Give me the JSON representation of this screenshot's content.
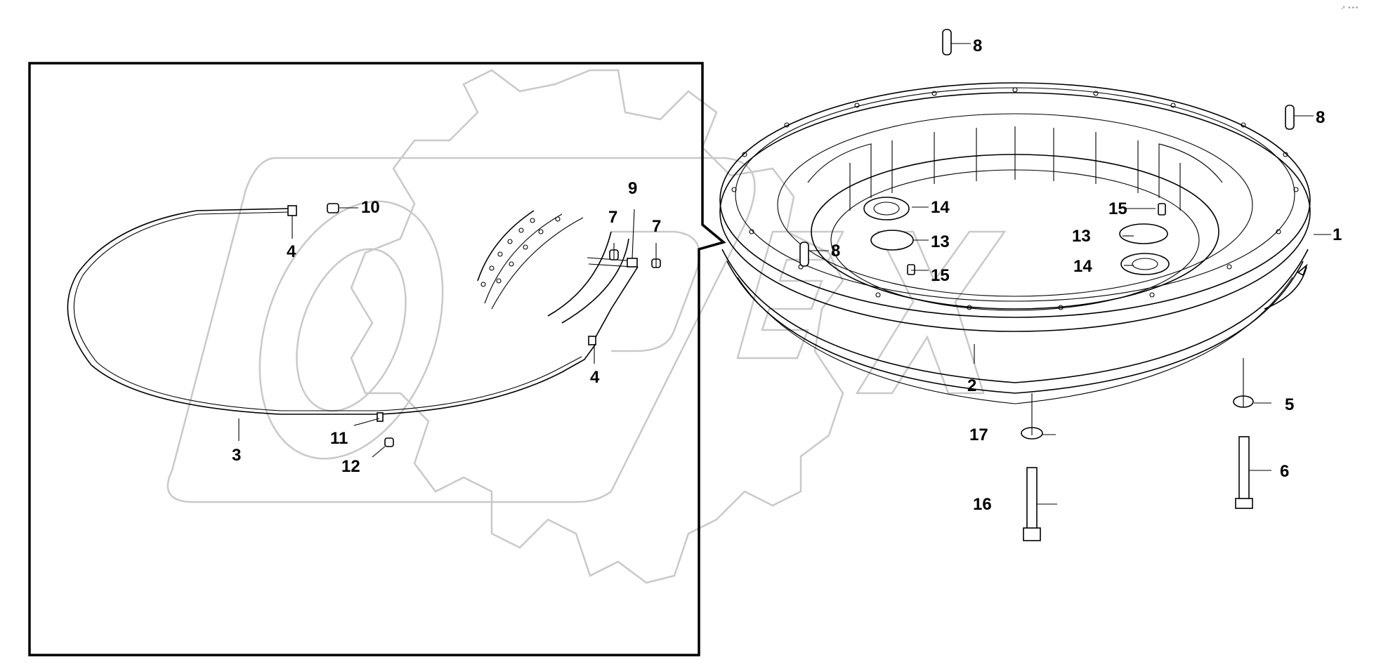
{
  "watermark": {
    "text": "OPEX",
    "color": "#c9c9c9"
  },
  "corner_mark": "↗ •••",
  "callouts": [
    {
      "id": "c1",
      "label": "1"
    },
    {
      "id": "c2",
      "label": "2"
    },
    {
      "id": "c3",
      "label": "3"
    },
    {
      "id": "c4a",
      "label": "4"
    },
    {
      "id": "c4b",
      "label": "4"
    },
    {
      "id": "c5",
      "label": "5"
    },
    {
      "id": "c6",
      "label": "6"
    },
    {
      "id": "c7a",
      "label": "7"
    },
    {
      "id": "c7b",
      "label": "7"
    },
    {
      "id": "c8a",
      "label": "8"
    },
    {
      "id": "c8b",
      "label": "8"
    },
    {
      "id": "c8c",
      "label": "8"
    },
    {
      "id": "c9",
      "label": "9"
    },
    {
      "id": "c10",
      "label": "10"
    },
    {
      "id": "c11",
      "label": "11"
    },
    {
      "id": "c12",
      "label": "12"
    },
    {
      "id": "c13a",
      "label": "13"
    },
    {
      "id": "c13b",
      "label": "13"
    },
    {
      "id": "c14a",
      "label": "14"
    },
    {
      "id": "c14b",
      "label": "14"
    },
    {
      "id": "c15a",
      "label": "15"
    },
    {
      "id": "c15b",
      "label": "15"
    },
    {
      "id": "c16",
      "label": "16"
    },
    {
      "id": "c17",
      "label": "17"
    }
  ]
}
